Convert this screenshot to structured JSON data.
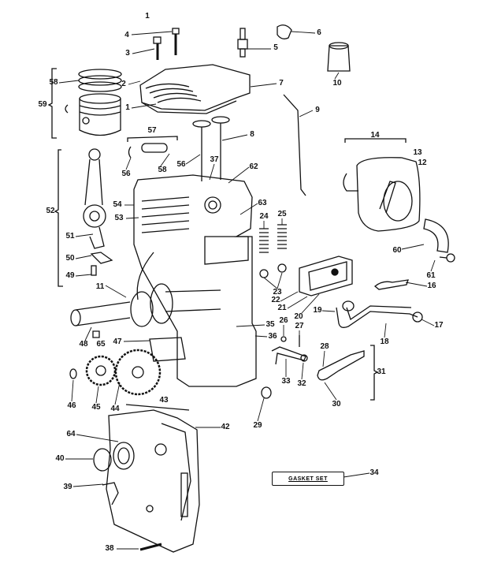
{
  "diagram": {
    "labels": {
      "l1a": "1",
      "l4": "4",
      "l3": "3",
      "l5": "5",
      "l6": "6",
      "l2": "2",
      "l7": "7",
      "l58a": "58",
      "l59": "59",
      "l1b": "1",
      "l10": "10",
      "l9": "9",
      "l8": "8",
      "l57": "57",
      "l56a": "56",
      "l56b": "56",
      "l58b": "58",
      "l37": "37",
      "l62": "62",
      "l14": "14",
      "l13": "13",
      "l12": "12",
      "l52": "52",
      "l54": "54",
      "l53": "53",
      "l63": "63",
      "l24": "24",
      "l25": "25",
      "l51": "51",
      "l50": "50",
      "l49": "49",
      "l60": "60",
      "l61": "61",
      "l11": "11",
      "l23": "23",
      "l22": "22",
      "l21": "21",
      "l20": "20",
      "l16": "16",
      "l19": "19",
      "l17": "17",
      "l18": "18",
      "l48": "48",
      "l65": "65",
      "l35": "35",
      "l36": "36",
      "l26": "26",
      "l27": "27",
      "l47": "47",
      "l28": "28",
      "l31": "31",
      "l33": "33",
      "l32": "32",
      "l30": "30",
      "l46": "46",
      "l45": "45",
      "l44": "44",
      "l43": "43",
      "l29": "29",
      "l42": "42",
      "l64": "64",
      "l40": "40",
      "l34": "34",
      "l39": "39",
      "l38": "38"
    },
    "gasket_set": "GASKET SET"
  }
}
